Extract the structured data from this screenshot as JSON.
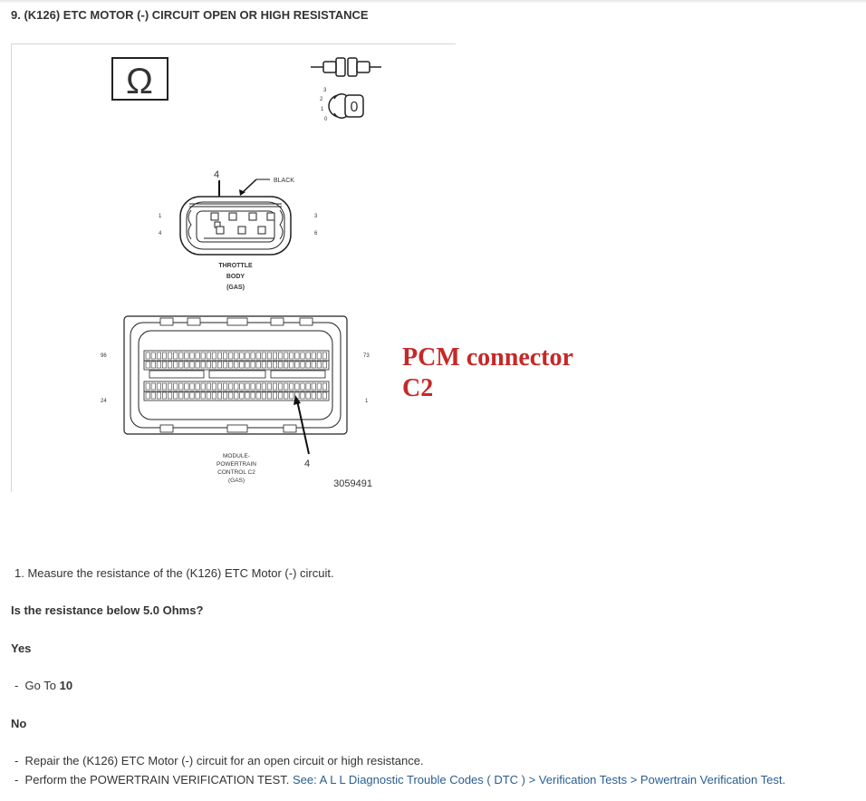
{
  "step": {
    "title": "9. (K126) ETC MOTOR (-) CIRCUIT OPEN OR HIGH RESISTANCE"
  },
  "figure": {
    "ohm_symbol": "Ω",
    "ignition_positions": [
      "3",
      "2",
      "1",
      "0"
    ],
    "ignition_display": "0",
    "throttle_connector": {
      "color_label": "BLACK",
      "pin_callout": "4",
      "pin_labels": {
        "top_left": "1",
        "bottom_left": "4",
        "top_right": "3",
        "bottom_right": "6"
      },
      "name_lines": [
        "THROTTLE",
        "BODY",
        "(GAS)"
      ]
    },
    "pcm_connector": {
      "pin_labels": {
        "top_left": "96",
        "bottom_left": "24",
        "top_right": "73",
        "bottom_right": "1"
      },
      "pin_callout": "4",
      "name_lines": [
        "MODULE-",
        "POWERTRAIN",
        "CONTROL C2",
        "(GAS)"
      ]
    },
    "figure_number": "3059491"
  },
  "annotation": {
    "lines": [
      "PCM connector",
      "C2"
    ]
  },
  "instructions": {
    "measure_step": "1. Measure the resistance of the (K126) ETC Motor (-) circuit.",
    "question": "Is the resistance below 5.0 Ohms?",
    "yes_label": "Yes",
    "yes_action_prefix": "-  Go To ",
    "yes_action_target": "10",
    "no_label": "No",
    "no_action_1": "-  Repair the (K126) ETC Motor (-) circuit for an open circuit or high resistance.",
    "no_action_2_prefix": "-  Perform the POWERTRAIN VERIFICATION TEST. ",
    "no_action_2_link": "See: A L L Diagnostic Trouble Codes ( DTC ) > Verification Tests > Powertrain Verification Test."
  }
}
